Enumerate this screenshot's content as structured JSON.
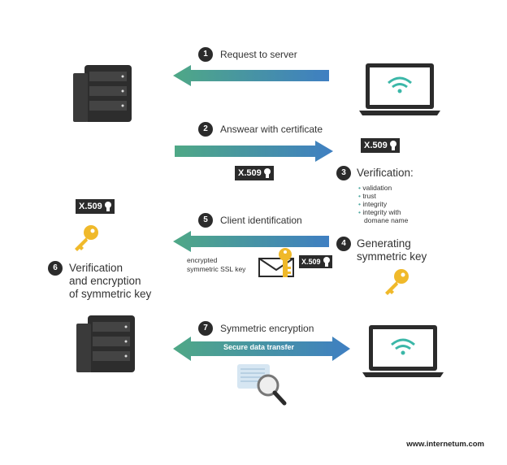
{
  "steps": {
    "s1": {
      "num": "1",
      "label": "Request to server"
    },
    "s2": {
      "num": "2",
      "label": "Answear with certificate"
    },
    "s3": {
      "num": "3",
      "label": "Verification:",
      "items": [
        "validation",
        "trust",
        "integrity",
        "integrity with",
        "domane name"
      ]
    },
    "s4": {
      "num": "4",
      "label1": "Generating",
      "label2": "symmetric key"
    },
    "s5": {
      "num": "5",
      "label": "Client identification",
      "note1": "encrypted",
      "note2": "symmetric SSL key"
    },
    "s6": {
      "num": "6",
      "label1": "Verification",
      "label2": "and encryption",
      "label3": "of symmetric key"
    },
    "s7": {
      "num": "7",
      "label": "Symmetric encryption",
      "arrow_label": "Secure data transfer"
    }
  },
  "certificate": "X.509",
  "footer": "www.internetum.com",
  "colors": {
    "arrow_start": "#4fa886",
    "arrow_end": "#3f7fc2",
    "key": "#f0b92a",
    "dark": "#2b2b2b",
    "wifi": "#3bb7a8"
  }
}
